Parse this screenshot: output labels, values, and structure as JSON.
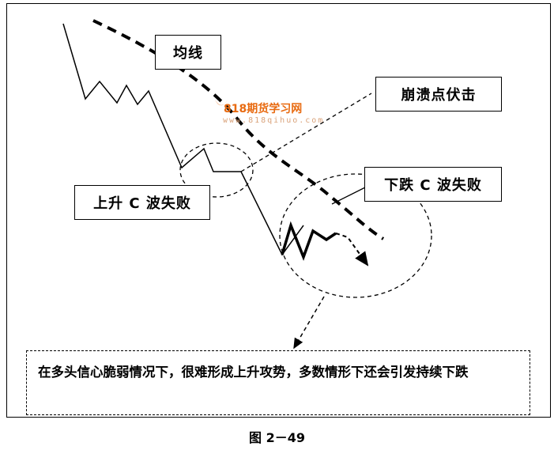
{
  "labels": {
    "ma": "均线",
    "collapse": "崩溃点伏击",
    "up_c_fail": "上升 C 波失败",
    "down_c_fail": "下跌 C 波失败"
  },
  "note": "在多头信心脆弱情况下，很难形成上升攻势，多数情形下还会引发持续下跌",
  "caption": "图 2－49",
  "watermark": {
    "logo_text": "818期货学习网",
    "url": "www.818qihuo.com"
  }
}
